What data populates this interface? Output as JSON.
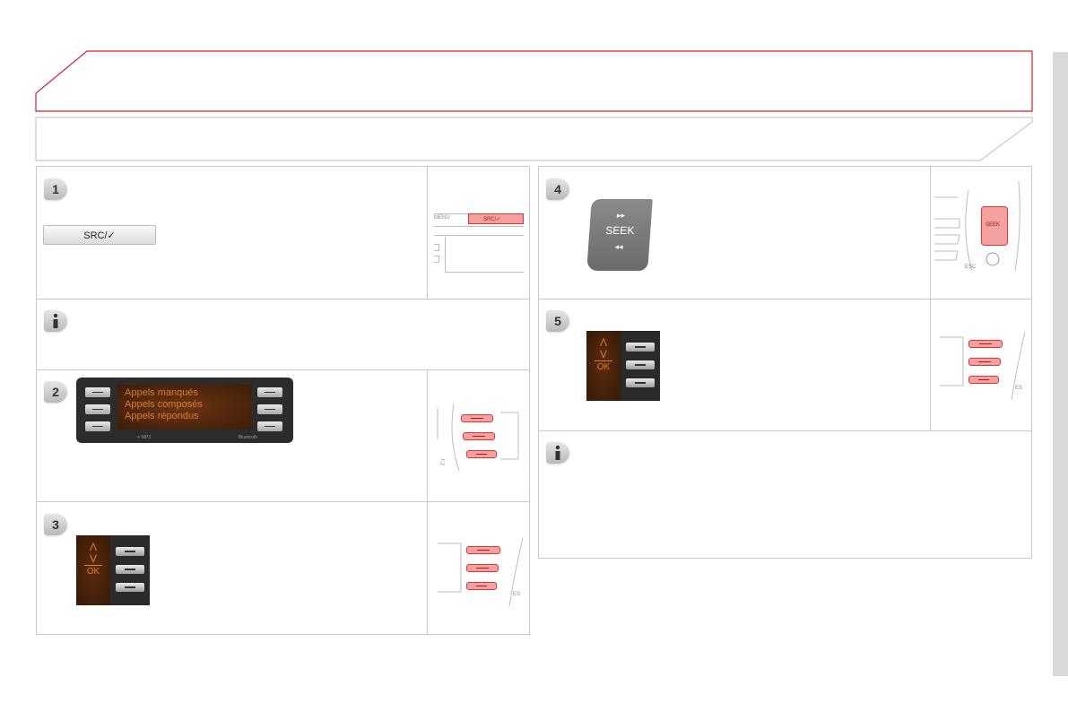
{
  "steps": [
    {
      "number": "1",
      "button_label": "SRC/✓",
      "figure_labels": {
        "menu": "MENU",
        "src": "SRC/✓"
      }
    },
    {
      "number": "2",
      "menu_items": [
        "Appels manqués",
        "Appels composés",
        "Appels répondus"
      ],
      "footer": [
        "•‹ MP3",
        "Bluetooth"
      ]
    },
    {
      "number": "3",
      "nav_up": "Λ",
      "nav_down": "V",
      "nav_ok": "OK",
      "figure_label": "ES"
    },
    {
      "number": "4",
      "seek_label": "SEEK",
      "seek_fwd": "▸▸",
      "seek_back": "◂◂",
      "figure_labels": {
        "seek": "SEEK",
        "esc": "ESC"
      }
    },
    {
      "number": "5",
      "nav_up": "Λ",
      "nav_down": "V",
      "nav_ok": "OK",
      "figure_label": "ES"
    }
  ],
  "colors": {
    "accent_red": "#d2232a",
    "highlight_pink": "#f4a1a1",
    "display_orange": "#e07b2a"
  },
  "icons": {
    "info": "info-icon"
  }
}
